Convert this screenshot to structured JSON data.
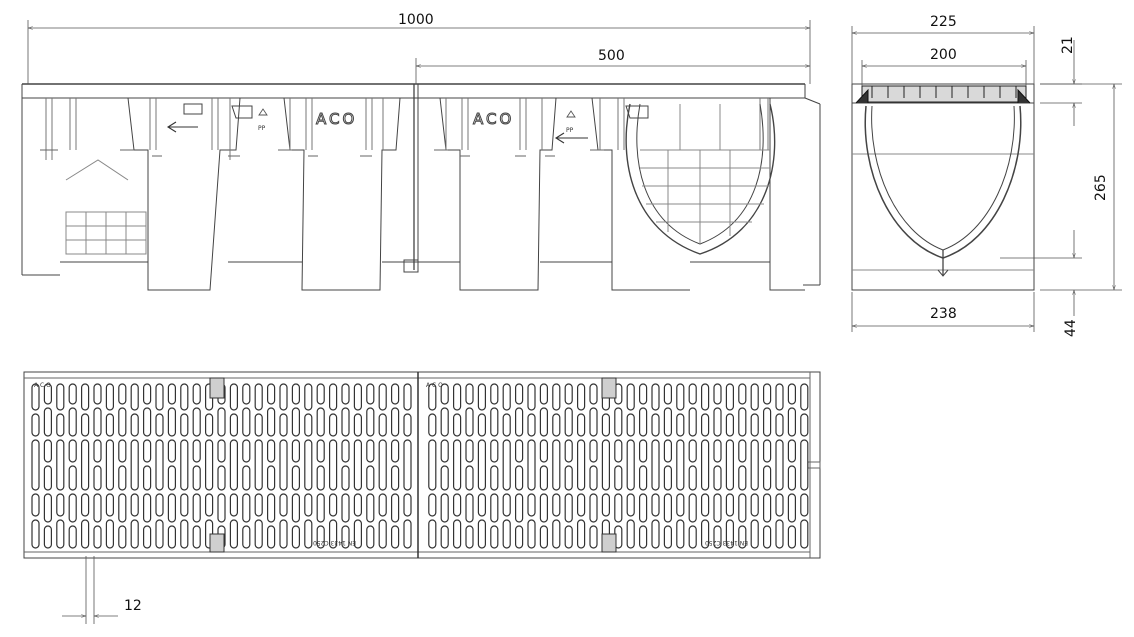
{
  "dimensions": {
    "total_length": "1000",
    "half_length": "500",
    "overall_width": "225",
    "grate_width": "200",
    "grate_depth": "21",
    "channel_height": "265",
    "base_width": "238",
    "foot_height": "44",
    "slot_width": "12"
  },
  "markings": {
    "brand_logo": "ACO",
    "grate_brand": "A C O",
    "material_code": "PP",
    "standard_code": "EN 1433 C250"
  },
  "icons": {
    "flow_direction": "flow-arrow-icon",
    "recycling": "recycle-icon"
  }
}
